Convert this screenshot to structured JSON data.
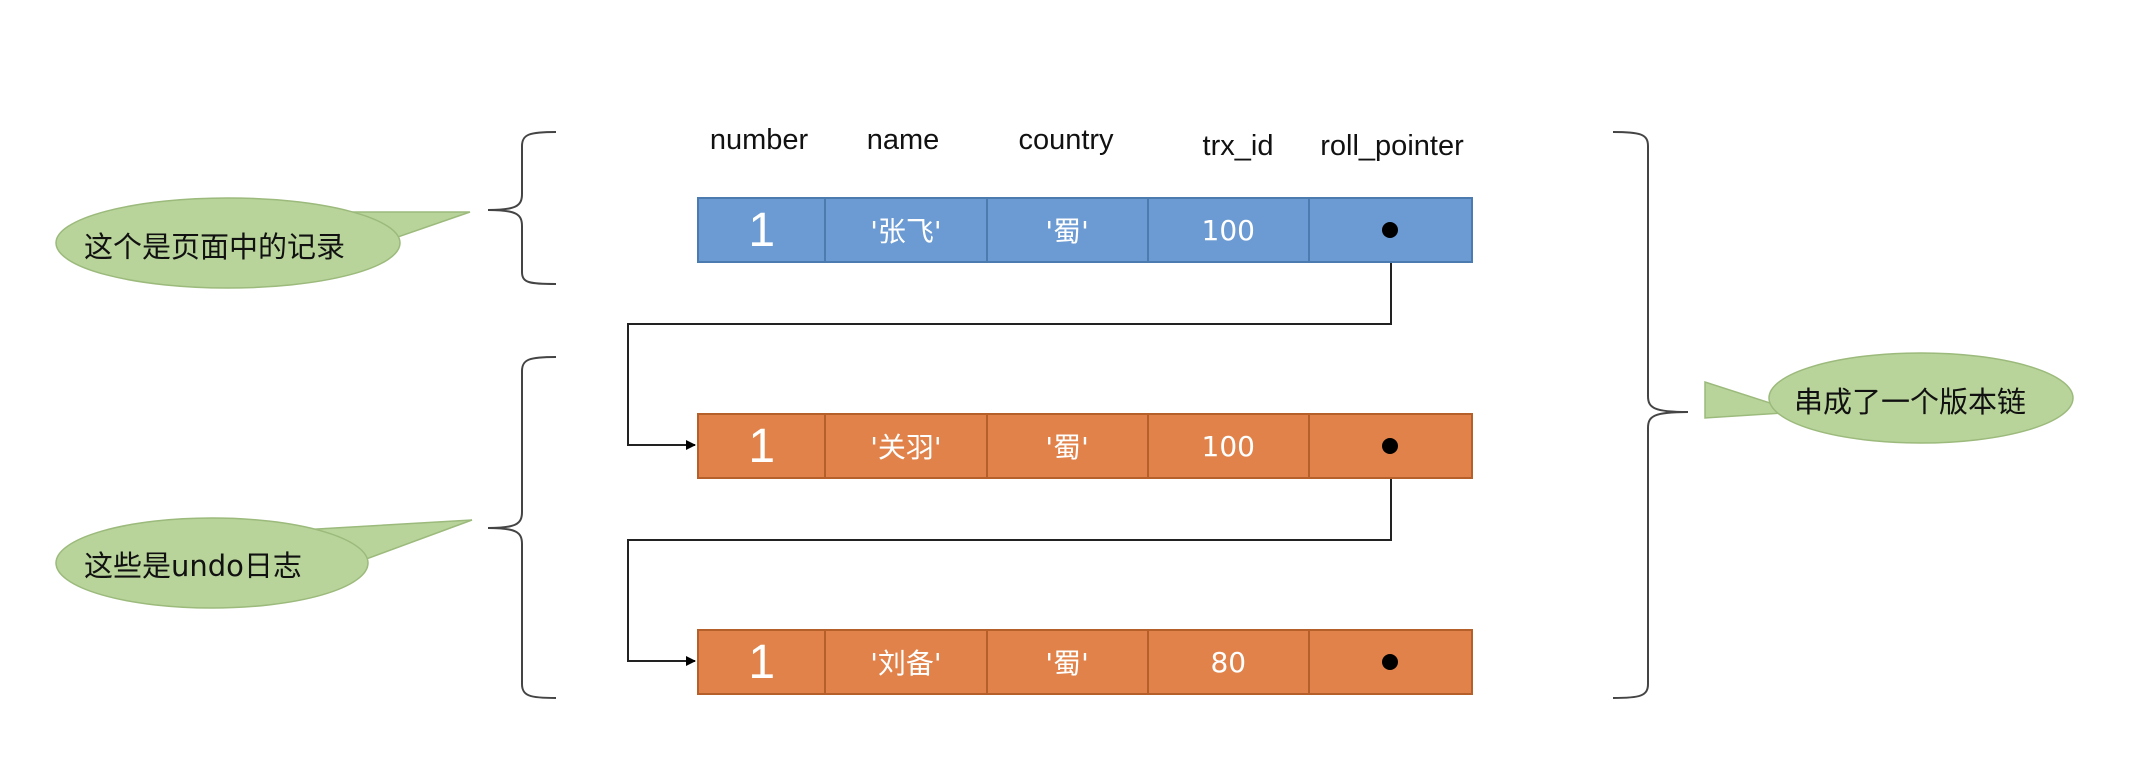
{
  "columns": [
    "number",
    "name",
    "country",
    "trx_id",
    "roll_pointer"
  ],
  "records": [
    {
      "kind": "page-record",
      "number": "1",
      "name": "'张飞'",
      "country": "'蜀'",
      "trx_id": "100"
    },
    {
      "kind": "undo-log",
      "number": "1",
      "name": "'关羽'",
      "country": "'蜀'",
      "trx_id": "100"
    },
    {
      "kind": "undo-log",
      "number": "1",
      "name": "'刘备'",
      "country": "'蜀'",
      "trx_id": "80"
    }
  ],
  "callouts": {
    "page_record": "这个是页面中的记录",
    "undo_logs": "这些是undo日志",
    "version_chain": "串成了一个版本链"
  },
  "colors": {
    "page_record_fill": "#6b9bd2",
    "undo_fill": "#e0824a",
    "callout_fill": "#b8d49a"
  }
}
